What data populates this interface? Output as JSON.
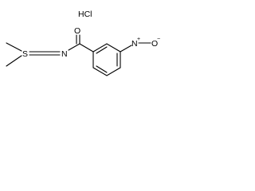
{
  "molecule": {
    "salt": "HCl",
    "atoms": {
      "sulfur": "S",
      "imine_nitrogen": "N",
      "carbonyl_oxygen": "O",
      "nitro_nitrogen": "N",
      "nitro_oxygen": "O",
      "nitro_n_charge": "+",
      "nitro_o_charge": "−"
    }
  }
}
